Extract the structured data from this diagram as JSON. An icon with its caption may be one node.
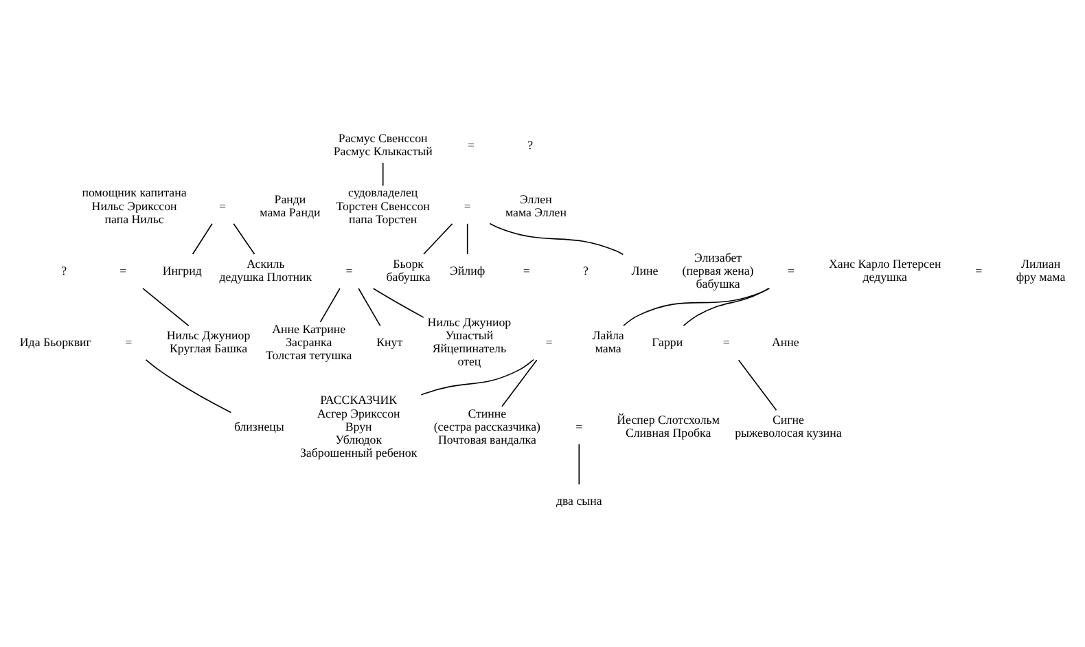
{
  "diagram": {
    "nodes": [
      {
        "text": [
          "Расмус Свенссон",
          "Расмус Клыкастый"
        ]
      },
      {
        "text": [
          "="
        ]
      },
      {
        "text": [
          "?"
        ]
      },
      {
        "text": [
          "судовладелец",
          "Торстен Свенссон",
          "папа Торстен"
        ]
      },
      {
        "text": [
          "="
        ]
      },
      {
        "text": [
          "Эллен",
          "мама Эллен"
        ]
      },
      {
        "text": [
          "помощник капитана",
          "Нильс Эрикссон",
          "папа Нильс"
        ]
      },
      {
        "text": [
          "="
        ]
      },
      {
        "text": [
          "Ранди",
          "мама Ранди"
        ]
      },
      {
        "text": [
          "?"
        ]
      },
      {
        "text": [
          "="
        ]
      },
      {
        "text": [
          "Ингрид"
        ]
      },
      {
        "text": [
          "Аскиль",
          "дедушка Плотник"
        ]
      },
      {
        "text": [
          "="
        ]
      },
      {
        "text": [
          "Бьорк",
          "бабушка"
        ]
      },
      {
        "text": [
          "Эйлиф"
        ]
      },
      {
        "text": [
          "="
        ]
      },
      {
        "text": [
          "?"
        ]
      },
      {
        "text": [
          "Лине"
        ]
      },
      {
        "text": [
          "Элизабет",
          "(первая жена)",
          "бабушка"
        ]
      },
      {
        "text": [
          "="
        ]
      },
      {
        "text": [
          "Ханс Карло Петерсен",
          "дедушка"
        ]
      },
      {
        "text": [
          "="
        ]
      },
      {
        "text": [
          "Лилиан",
          "фру мама"
        ]
      },
      {
        "text": [
          "Ида Бьорквиг"
        ]
      },
      {
        "text": [
          "="
        ]
      },
      {
        "text": [
          "Нильс Джуниор",
          "Круглая Башка"
        ]
      },
      {
        "text": [
          "Анне Катрине",
          "Засранка",
          "Толстая тетушка"
        ]
      },
      {
        "text": [
          "Кнут"
        ]
      },
      {
        "text": [
          "Нильс Джуниор",
          "Ушастый",
          "Яйцепинатель",
          "отец"
        ]
      },
      {
        "text": [
          "="
        ]
      },
      {
        "text": [
          "Лайла",
          "мама"
        ]
      },
      {
        "text": [
          "Гарри"
        ]
      },
      {
        "text": [
          "="
        ]
      },
      {
        "text": [
          "Анне"
        ]
      },
      {
        "text": [
          "близнецы"
        ]
      },
      {
        "text": [
          "РАССКАЗЧИК",
          "Асгер Эрикссон",
          "Врун",
          "Ублюдок",
          "Заброшенный ребенок"
        ]
      },
      {
        "text": [
          "Стинне",
          "(сестра рассказчика)",
          "Почтовая вандалка"
        ]
      },
      {
        "text": [
          "="
        ]
      },
      {
        "text": [
          "Йеспер Слотсхольм",
          "Сливная Пробка"
        ]
      },
      {
        "text": [
          "два сына"
        ]
      },
      {
        "text": [
          "Сигне",
          "рыжеволосая кузина"
        ]
      }
    ],
    "edges": [
      {
        "from": 0,
        "to": 3,
        "arrow": "none"
      },
      {
        "from": 7,
        "to": 11,
        "arrow": "none"
      },
      {
        "from": 7,
        "to": 12,
        "arrow": "none"
      },
      {
        "from": 4,
        "to": 14,
        "arrow": "none"
      },
      {
        "from": 4,
        "to": 15,
        "arrow": "none"
      },
      {
        "from": 4,
        "to": 18,
        "arrow": "none"
      },
      {
        "from": 10,
        "to": 26,
        "arrow": "none"
      },
      {
        "from": 13,
        "to": 27,
        "arrow": "none"
      },
      {
        "from": 13,
        "to": 28,
        "arrow": "none"
      },
      {
        "from": 13,
        "to": 29,
        "arrow": "none"
      },
      {
        "from": 20,
        "to": 31,
        "arrow": "none"
      },
      {
        "from": 20,
        "to": 32,
        "arrow": "none"
      },
      {
        "from": 25,
        "to": 35,
        "arrow": "none"
      },
      {
        "from": 30,
        "to": 36,
        "arrow": "none"
      },
      {
        "from": 30,
        "to": 37,
        "arrow": "none"
      },
      {
        "from": 33,
        "to": 41,
        "arrow": "none"
      },
      {
        "from": 38,
        "to": 40,
        "arrow": "none"
      }
    ]
  }
}
